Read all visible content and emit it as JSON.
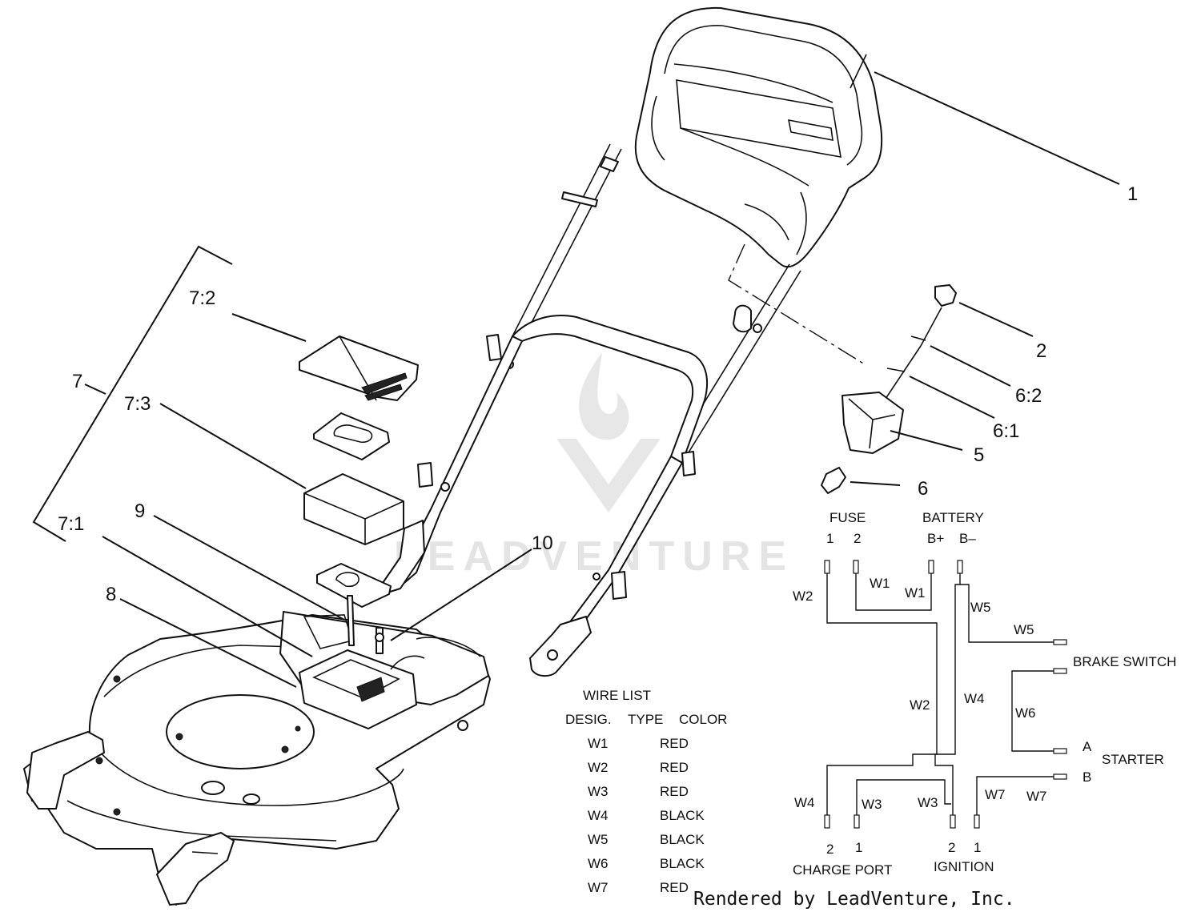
{
  "callouts": {
    "c1": "1",
    "c2": "2",
    "c6_2": "6:2",
    "c6_1": "6:1",
    "c5": "5",
    "c6": "6",
    "c7": "7",
    "c7_2": "7:2",
    "c7_3": "7:3",
    "c7_1": "7:1",
    "c8": "8",
    "c9": "9",
    "c10": "10"
  },
  "wiring": {
    "fuse_title": "FUSE",
    "fuse_pin1": "1",
    "fuse_pin2": "2",
    "battery_title": "BATTERY",
    "battery_plus": "B+",
    "battery_minus": "B–",
    "brake_switch": "BRAKE SWITCH",
    "starter": "STARTER",
    "starter_a": "A",
    "starter_b": "B",
    "charge_port": "CHARGE PORT",
    "charge_pin2": "2",
    "charge_pin1": "1",
    "ignition": "IGNITION",
    "ign_pin2": "2",
    "ign_pin1": "1",
    "labels": {
      "w2_left": "W2",
      "w1_a": "W1",
      "w1_b": "W1",
      "w5_a": "W5",
      "w5_b": "W5",
      "w6": "W6",
      "w2_mid": "W2",
      "w4_mid": "W4",
      "w4_low": "W4",
      "w3_a": "W3",
      "w3_b": "W3",
      "w7_a": "W7",
      "w7_b": "W7"
    }
  },
  "wire_list": {
    "title": "WIRE LIST",
    "headers": [
      "DESIG.",
      "TYPE",
      "COLOR"
    ],
    "rows": [
      {
        "desig": "W1",
        "color": "RED"
      },
      {
        "desig": "W2",
        "color": "RED"
      },
      {
        "desig": "W3",
        "color": "RED"
      },
      {
        "desig": "W4",
        "color": "BLACK"
      },
      {
        "desig": "W5",
        "color": "BLACK"
      },
      {
        "desig": "W6",
        "color": "BLACK"
      },
      {
        "desig": "W7",
        "color": "RED"
      }
    ]
  },
  "watermark": "LEADVENTURE",
  "credit": "Rendered by LeadVenture, Inc."
}
